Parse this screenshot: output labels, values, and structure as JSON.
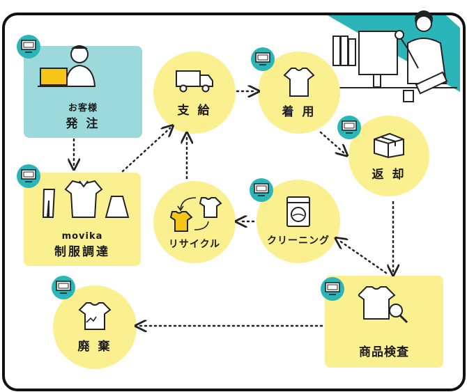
{
  "nodes": {
    "order": {
      "line1": "お客様",
      "line2": "発 注"
    },
    "procure": {
      "line1": "movika",
      "line2": "制服調達"
    },
    "supply": {
      "label": "支 給"
    },
    "wear": {
      "label": "着 用"
    },
    "return": {
      "label": "返 却"
    },
    "recycle": {
      "label": "リサイクル"
    },
    "cleaning": {
      "label": "クリーニング"
    },
    "inspect": {
      "label": "商品検査"
    },
    "dispose": {
      "label": "廃 棄"
    }
  },
  "colors": {
    "node": "#fbf08f",
    "customer_box": "#9cd9da",
    "pc_badge": "#2bb5b8",
    "corner": "#2bb5b8"
  },
  "icons": [
    "pc-icon",
    "laptop-person-icon",
    "truck-icon",
    "shirt-icon",
    "box-icon",
    "washing-machine-icon",
    "recycle-shirts-icon",
    "magnifier-icon",
    "torn-shirt-icon",
    "office-worker-icon"
  ]
}
